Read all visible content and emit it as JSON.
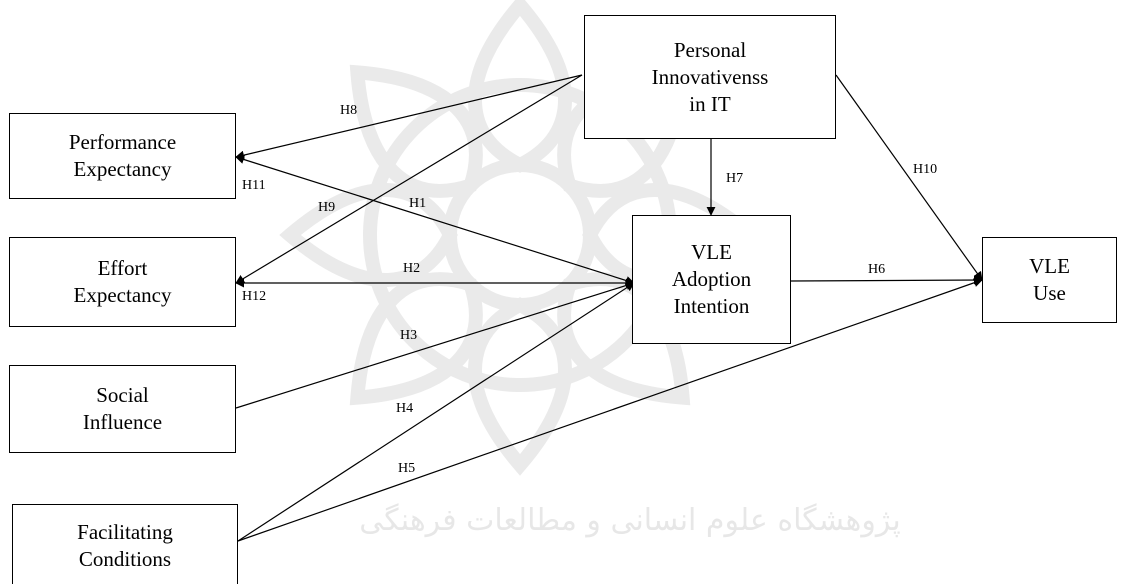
{
  "diagram": {
    "nodes": {
      "personal_innovativeness": "Personal\nInnovativenss\nin IT",
      "performance_expectancy": "Performance\nExpectancy",
      "effort_expectancy": "Effort\nExpectancy",
      "social_influence": "Social\nInfluence",
      "facilitating_conditions": "Facilitating\nConditions",
      "vle_adoption_intention": "VLE\nAdoption\nIntention",
      "vle_use": "VLE\nUse"
    },
    "edges": [
      {
        "id": "H1",
        "label": "H1",
        "from": "Performance Expectancy",
        "to": "VLE Adoption Intention"
      },
      {
        "id": "H2",
        "label": "H2",
        "from": "Effort Expectancy",
        "to": "VLE Adoption Intention"
      },
      {
        "id": "H3",
        "label": "H3",
        "from": "Social Influence",
        "to": "VLE Adoption Intention"
      },
      {
        "id": "H4",
        "label": "H4",
        "from": "Facilitating Conditions",
        "to": "VLE Adoption Intention"
      },
      {
        "id": "H5",
        "label": "H5",
        "from": "Facilitating Conditions",
        "to": "VLE Use"
      },
      {
        "id": "H6",
        "label": "H6",
        "from": "VLE Adoption Intention",
        "to": "VLE Use"
      },
      {
        "id": "H7",
        "label": "H7",
        "from": "Personal Innovativenss in IT",
        "to": "VLE Adoption Intention"
      },
      {
        "id": "H8",
        "label": "H8",
        "from": "Personal Innovativenss in IT",
        "to": "Performance Expectancy"
      },
      {
        "id": "H9",
        "label": "H9",
        "from": "Personal Innovativenss in IT",
        "to": "Effort Expectancy"
      },
      {
        "id": "H10",
        "label": "H10",
        "from": "Personal Innovativenss in IT",
        "to": "VLE Use"
      },
      {
        "id": "H11",
        "label": "H11",
        "from": "Performance Expectancy",
        "to": "VLE Adoption Intention"
      },
      {
        "id": "H12",
        "label": "H12",
        "from": "Effort Expectancy",
        "to": "VLE Adoption Intention"
      }
    ]
  },
  "watermark": {
    "text": "پژوهشگاه علوم انسانی و مطالعات فرهنگی",
    "color": "#d4d4d4"
  },
  "colors": {
    "line": "#000000",
    "box_border": "#000000",
    "background": "#ffffff"
  }
}
